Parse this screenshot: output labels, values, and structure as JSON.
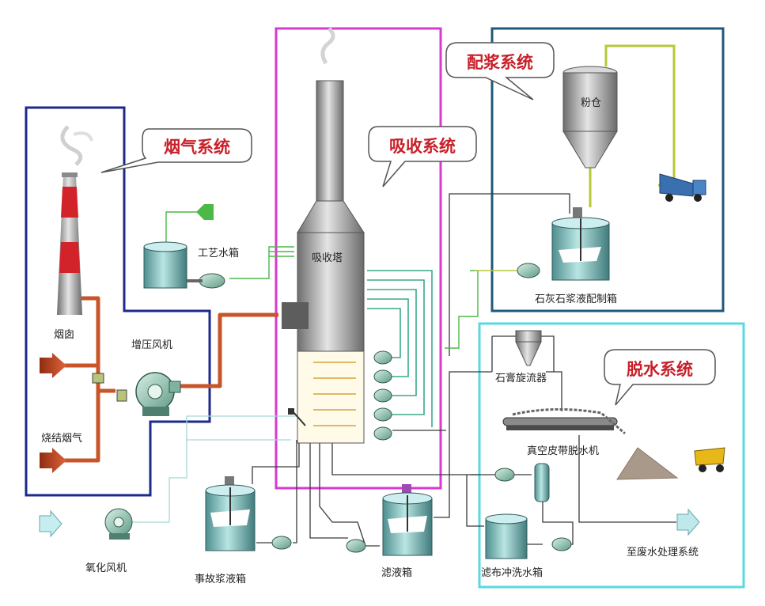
{
  "bubbles": {
    "flue_gas": "烟气系统",
    "absorption": "吸收系统",
    "slurry_prep": "配浆系统",
    "dewatering": "脱水系统"
  },
  "labels": {
    "chimney": "烟囱",
    "booster_fan": "增压风机",
    "sinter_flue_gas": "烧结烟气",
    "process_water_tank": "工艺水箱",
    "absorber": "吸收塔",
    "powder_silo": "粉仓",
    "limestone_tank": "石灰石浆液配制箱",
    "gypsum_cyclone": "石膏旋流器",
    "vacuum_belt": "真空皮带脱水机",
    "oxidation_fan": "氧化风机",
    "emergency_tank": "事故浆液箱",
    "filtrate_tank": "滤液箱",
    "cloth_wash_tank": "滤布冲洗水箱",
    "to_wastewater": "至废水处理系统"
  },
  "colors": {
    "flue_box": "#1c2a8c",
    "absorb_box": "#d63ad0",
    "slurry_box": "#1f5a78",
    "dewater_box": "#5ad8e0",
    "flue_pipe": "#c8552a",
    "water_pipe": "#4cb848",
    "slurry_pipe": "#3aa88a",
    "bubble_text": "#c8202a"
  }
}
